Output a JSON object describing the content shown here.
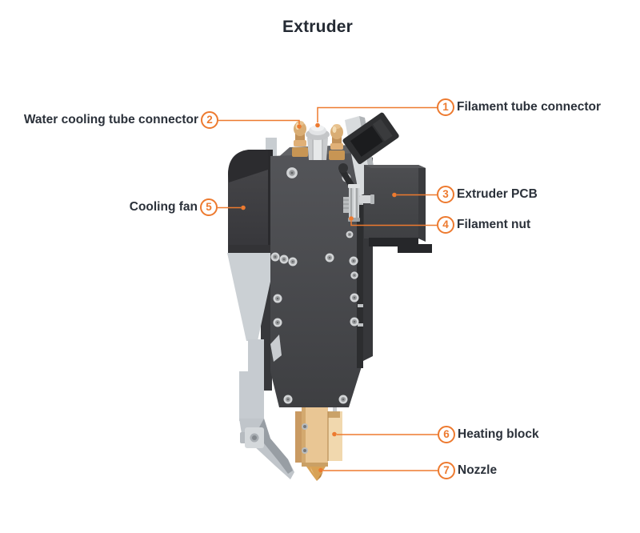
{
  "title": "Extruder",
  "colors": {
    "accent_orange": "#ED7A2F",
    "label_text": "#2B313A",
    "body_gray": "#4A4B4E",
    "bracket_gray": "#C6CBD0",
    "brass": "#E9C694",
    "background": "#FFFFFF"
  },
  "callouts": [
    {
      "number": "1",
      "label": "Filament tube connector",
      "side": "right",
      "target": "filament-tube-connector"
    },
    {
      "number": "2",
      "label": "Water cooling tube connector",
      "side": "left",
      "target": "water-cooling-tube-connector"
    },
    {
      "number": "3",
      "label": "Extruder PCB",
      "side": "right",
      "target": "extruder-pcb"
    },
    {
      "number": "4",
      "label": "Filament nut",
      "side": "right",
      "target": "filament-nut"
    },
    {
      "number": "5",
      "label": "Cooling fan",
      "side": "left",
      "target": "cooling-fan"
    },
    {
      "number": "6",
      "label": "Heating block",
      "side": "right",
      "target": "heating-block"
    },
    {
      "number": "7",
      "label": "Nozzle",
      "side": "right",
      "target": "nozzle"
    }
  ]
}
